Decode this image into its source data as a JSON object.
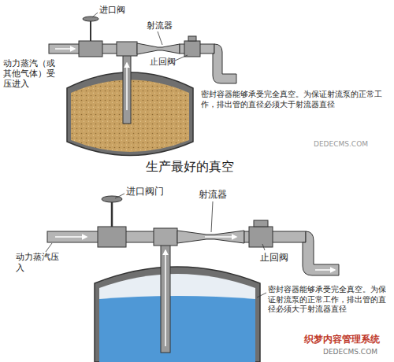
{
  "diagram": {
    "title": "生产最好的真空",
    "labels": [
      "进口阀",
      "射流器",
      "止回阀",
      "动力蒸汽（或其他气体）受压进入",
      "密封容器能够承受完全真空。为保证射流泵的正常工作，排出管的直径必须大于射流器直径",
      "DEDECMS.COM",
      "进口阀门",
      "射流器",
      "止回阀",
      "动力蒸汽压入",
      "密封容器能够承受完全真空。为保证射流泵的正常工作，排出管的直径必须大于射流器直径",
      "织梦内容管理系统",
      "DEDECMS.COM"
    ]
  }
}
